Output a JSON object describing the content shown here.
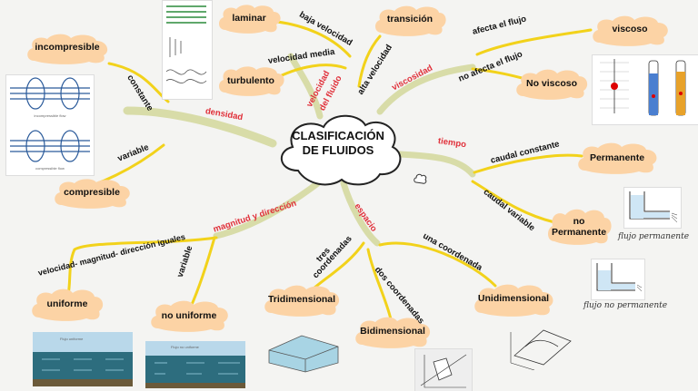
{
  "center": {
    "title_line1": "CLASIFICACIÓN",
    "title_line2": "DE FLUIDOS"
  },
  "nodes": {
    "incompresible": "incompresible",
    "compresible": "compresible",
    "laminar": "laminar",
    "turbulento": "turbulento",
    "transicion": "transición",
    "viscoso": "viscoso",
    "no_viscoso": "No viscoso",
    "permanente": "Permanente",
    "no_permanente_1": "no",
    "no_permanente_2": "Permanente",
    "uniforme": "uniforme",
    "no_uniforme": "no uniforme",
    "tridimensional": "Tridimensional",
    "bidimensional": "Bidimensional",
    "unidimensional": "Unidimensional"
  },
  "branch_labels": {
    "densidad": "densidad",
    "velocidad_del_fluido_1": "velocidad",
    "velocidad_del_fluido_2": "del fluido",
    "viscosidad": "viscosidad",
    "tiempo": "tiempo",
    "espacio": "espacio",
    "magnitud_y_direccion": "magnitud   y   dirección"
  },
  "connector_labels": {
    "constante": "constante",
    "variable_densidad": "variable",
    "baja_velocidad": "baja velocidad",
    "velocidad_media": "velocidad media",
    "alta_velocidad": "alta velocidad",
    "afecta_el_flujo": "afecta    el flujo",
    "no_afecta_el_flujo": "no afecta el flujo",
    "caudal_constante": "caudal constante",
    "caudal_variable": "caudal variable",
    "velocidad_magnitud_direccion": "velocidad- magnitud- dirección iguales",
    "variable_uniforme": "variable",
    "tres_coordenadas_1": "tres",
    "tres_coordenadas_2": "coordenadas",
    "dos_coordenadas": "dos   coordenadas",
    "una_coordenada": "una   coordenada"
  },
  "captions": {
    "flujo_permanente": "flujo permanente",
    "flujo_no_permanente": "flujo no permanente"
  },
  "image_text": {
    "incompressible_flow": "incompressible flow",
    "compressible_flow": "compressible flow",
    "flujo_uniforme": "Flujo uniforme",
    "flujo_no_uniforme": "Flujo no uniforme"
  },
  "colors": {
    "background": "#f4f4f2",
    "cloud_fill": "#fcd3a5",
    "yellow_link": "#f2d21b",
    "olive_branch": "#d8dca8",
    "red_text": "#e0303a"
  }
}
